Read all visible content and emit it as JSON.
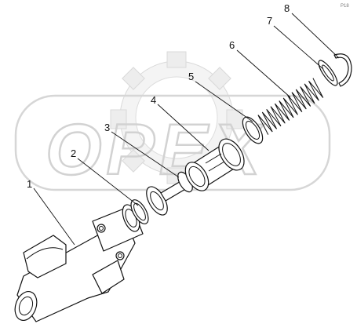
{
  "watermark": {
    "text": "OPEX"
  },
  "corner_mark": "P18",
  "callouts": [
    {
      "id": "1",
      "label": "1"
    },
    {
      "id": "2",
      "label": "2"
    },
    {
      "id": "3",
      "label": "3"
    },
    {
      "id": "4",
      "label": "4"
    },
    {
      "id": "5",
      "label": "5"
    },
    {
      "id": "6",
      "label": "6"
    },
    {
      "id": "7",
      "label": "7"
    },
    {
      "id": "8",
      "label": "8"
    }
  ]
}
